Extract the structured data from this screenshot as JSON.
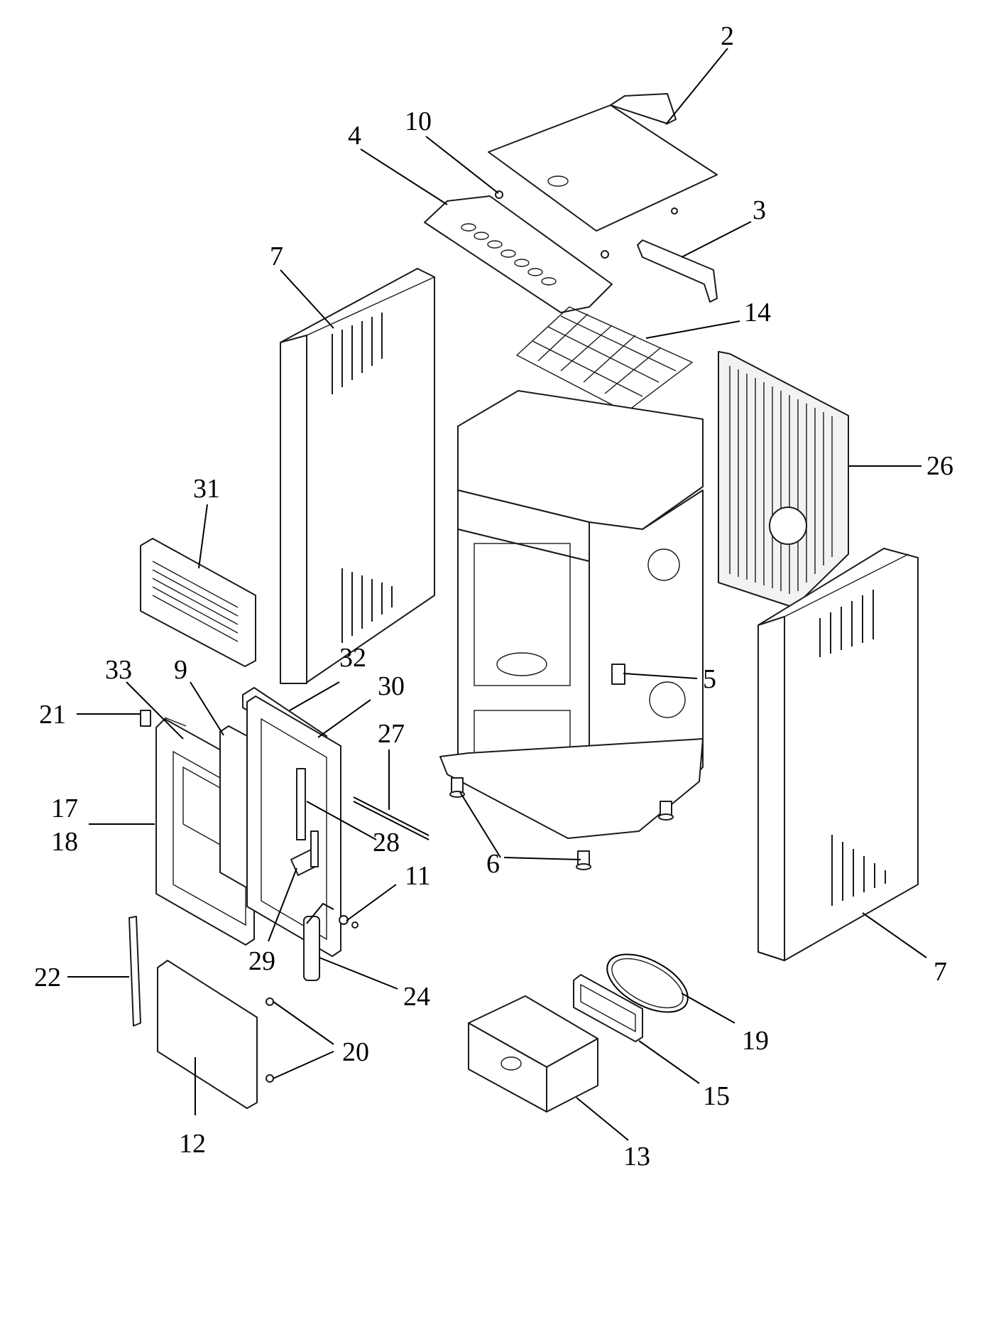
{
  "diagram": {
    "labels": {
      "l2": "2",
      "l10": "10",
      "l4": "4",
      "l3": "3",
      "l7a": "7",
      "l14": "14",
      "l26": "26",
      "l31": "31",
      "l33": "33",
      "l9": "9",
      "l32": "32",
      "l30": "30",
      "l21": "21",
      "l27": "27",
      "l17": "17",
      "l18": "18",
      "l28": "28",
      "l6": "6",
      "l5": "5",
      "l11": "11",
      "l29": "29",
      "l22": "22",
      "l24": "24",
      "l7b": "7",
      "l19": "19",
      "l20": "20",
      "l15": "15",
      "l12": "12",
      "l13": "13"
    }
  }
}
